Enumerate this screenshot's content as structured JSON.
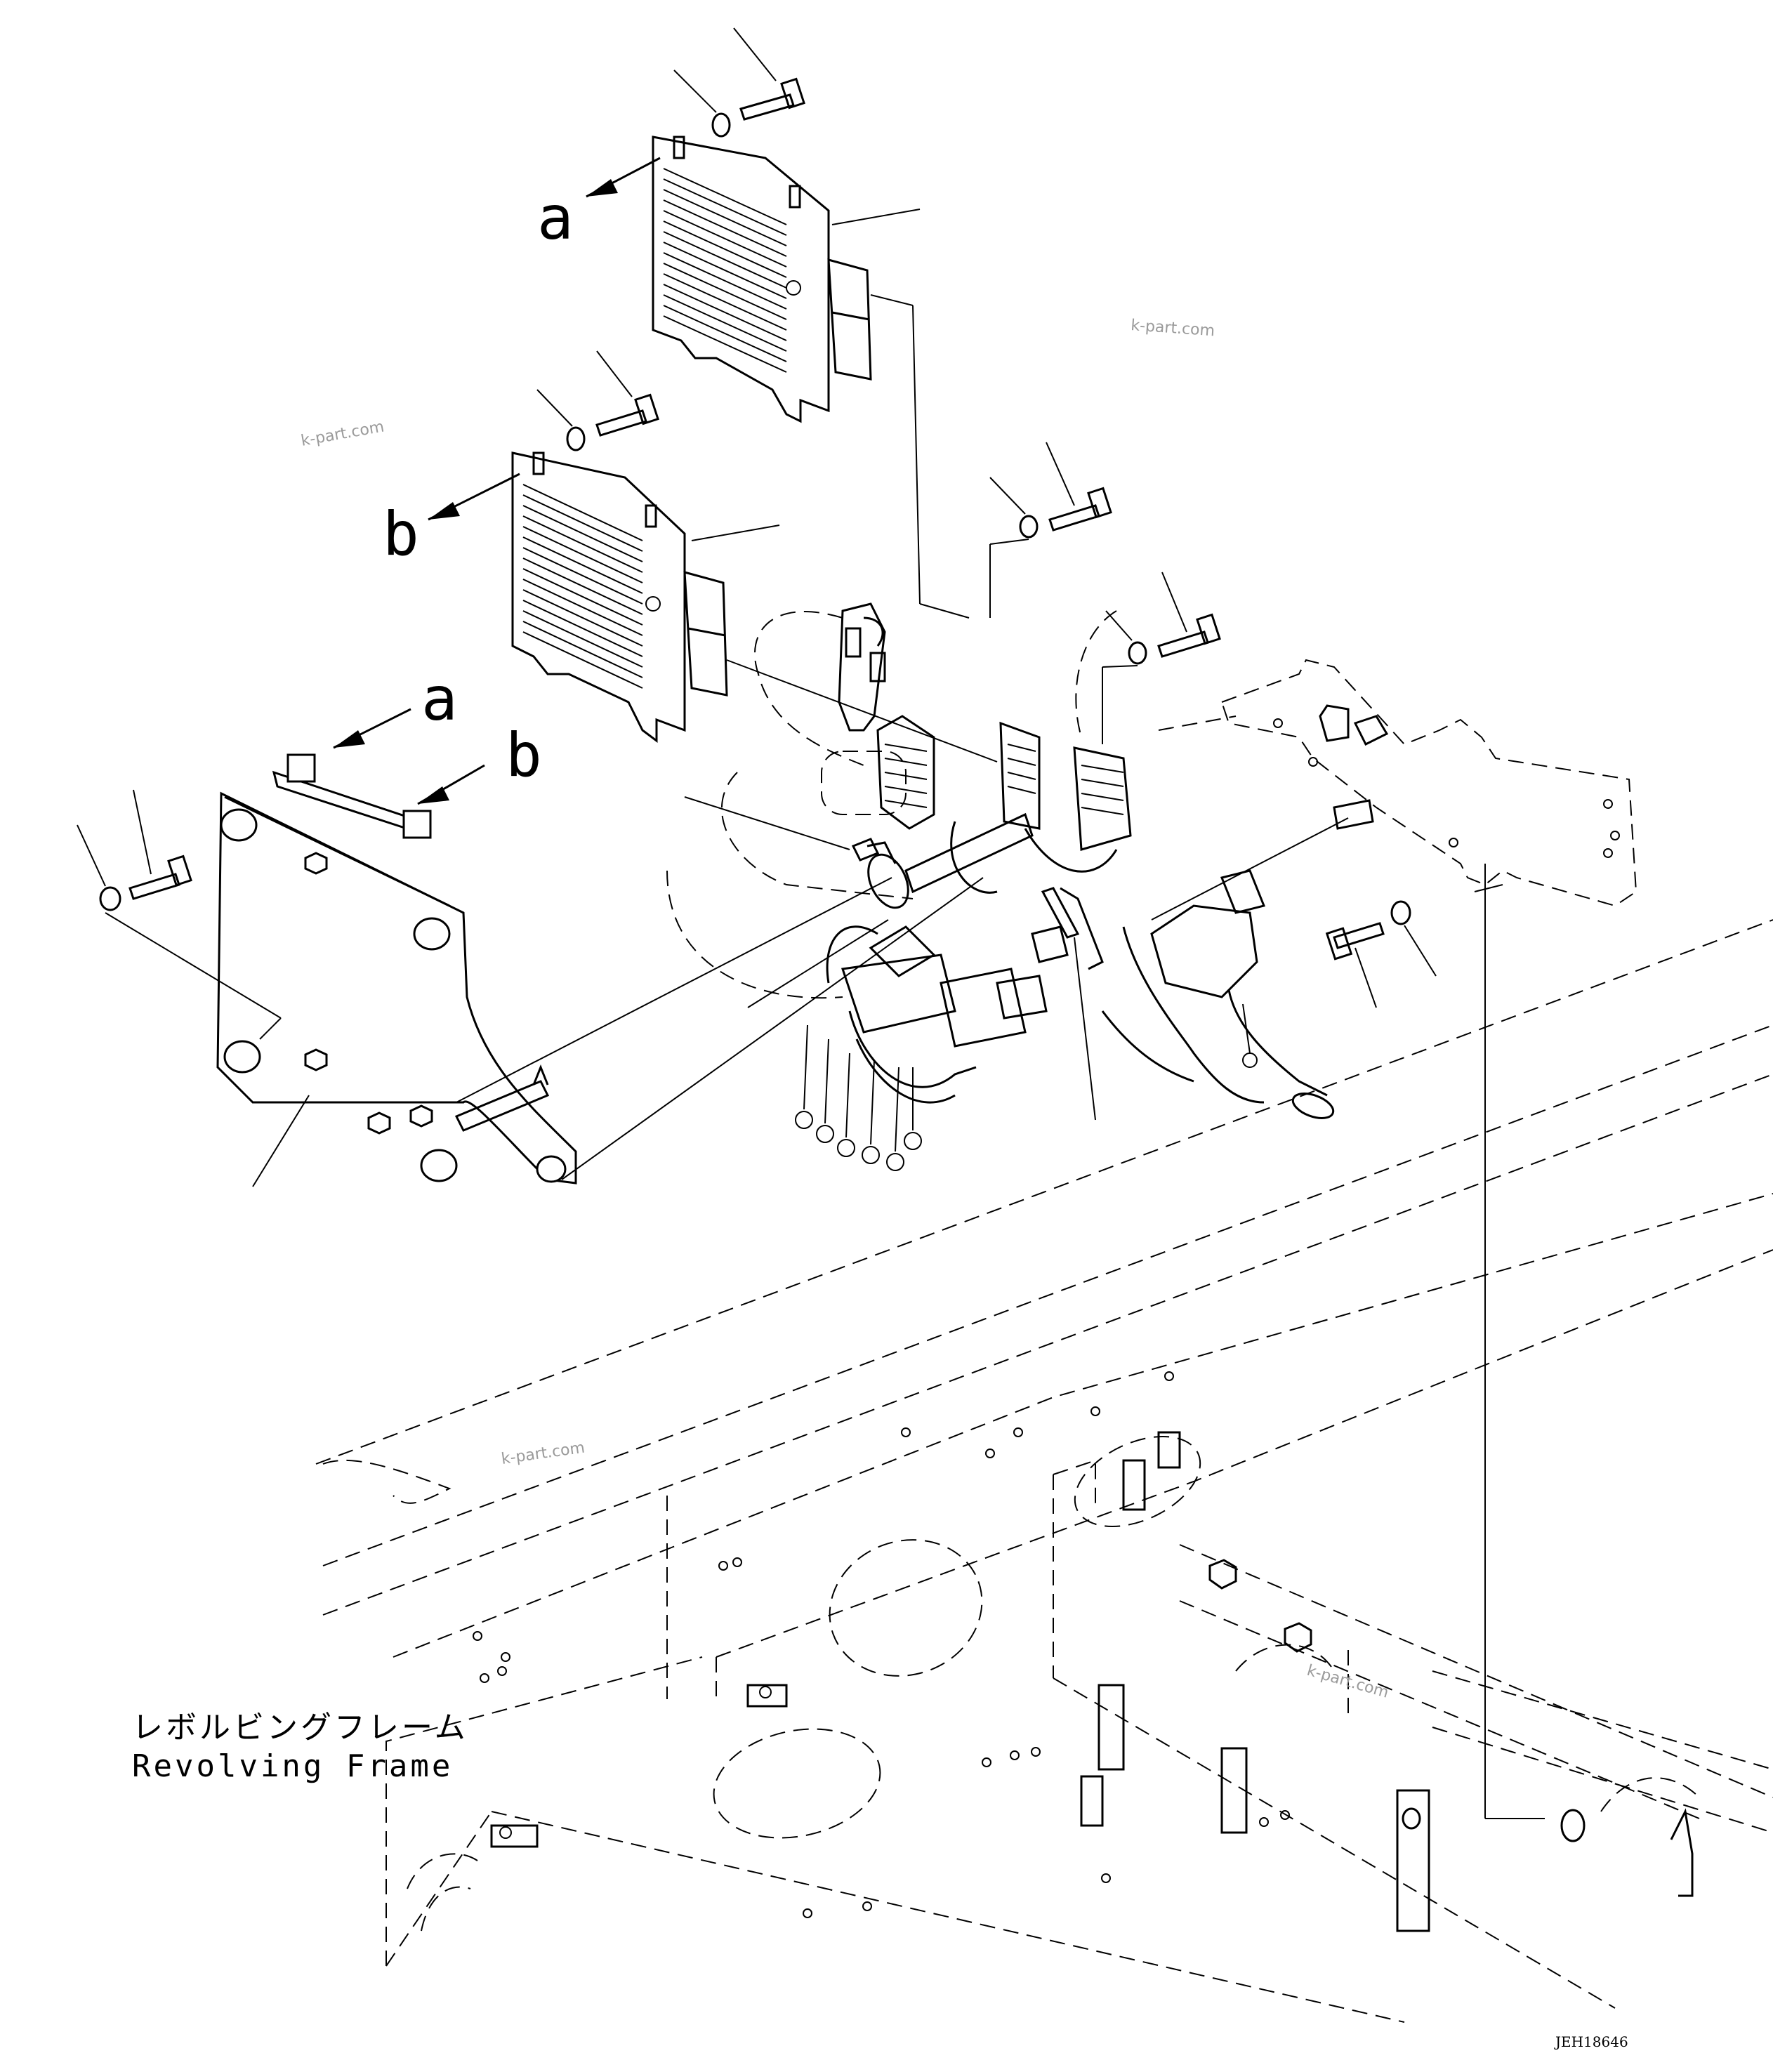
{
  "callouts": {
    "a_top": "a",
    "b_mid": "b",
    "a_bracket": "a",
    "b_bracket": "b"
  },
  "watermarks": {
    "w1": "k-part.com",
    "w2": "k-part.com",
    "w3": "k-part.com",
    "w4": "k-part.com"
  },
  "frame_label": {
    "japanese": "レボルビングフレーム",
    "english": "Revolving Frame"
  },
  "drawing_code": "JEH18646"
}
